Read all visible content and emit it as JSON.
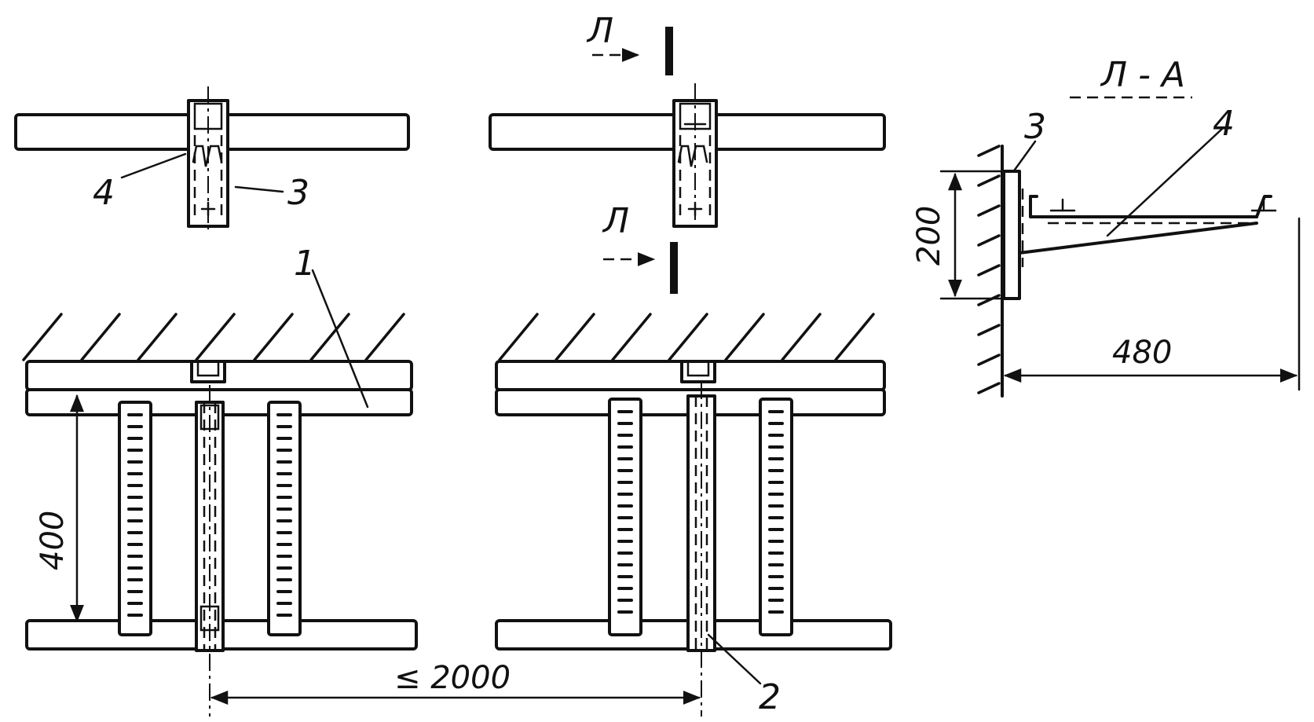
{
  "labels": {
    "part_1": "1",
    "part_2": "2",
    "part_3_top": "3",
    "part_4_top": "4",
    "part_3_section": "3",
    "part_4_section": "4",
    "section_mark_top": "Л",
    "section_mark_bottom": "Л",
    "section_title": "Л - А"
  },
  "dimensions": {
    "bracket_height": "200",
    "bracket_reach": "480",
    "tray_width": "400",
    "support_spacing": "≤ 2000"
  }
}
